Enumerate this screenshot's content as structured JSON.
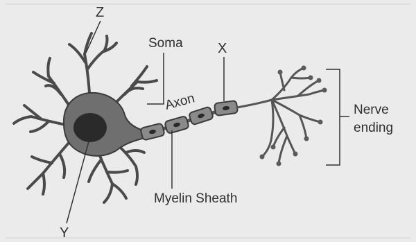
{
  "labels": {
    "z": "Z",
    "soma": "Soma",
    "x": "X",
    "axon": "Axon",
    "nerve_ending_line1": "Nerve",
    "nerve_ending_line2": "ending",
    "myelin_sheath": "Myelin Sheath",
    "y": "Y"
  },
  "colors": {
    "background": "#ebebeb",
    "neuron_body": "#6f6f6f",
    "nucleus": "#2a2a2a",
    "outline": "#3a3a3a",
    "myelin": "#8a8a8a",
    "text": "#2f2f2f"
  }
}
